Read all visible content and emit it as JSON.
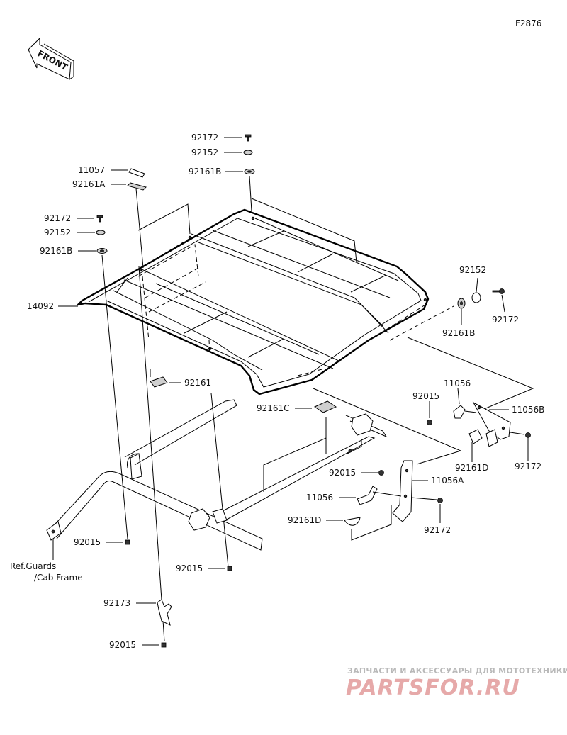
{
  "diagram_id": "F2876",
  "front_label": "FRONT",
  "ref_note": [
    "Ref.Guards",
    "/Cab Frame"
  ],
  "watermark": {
    "line1": "ЗАПЧАСТИ И АКСЕССУАРЫ ДЛЯ МОТОТЕХНИКИ",
    "line2": "PARTSFOR.RU"
  },
  "labels": {
    "l_92172_top": "92172",
    "l_92152_top": "92152",
    "l_92161B_top": "92161B",
    "l_11057": "11057",
    "l_92161A": "92161A",
    "l_92172_left": "92172",
    "l_92152_left": "92152",
    "l_92161B_left": "92161B",
    "l_14092": "14092",
    "l_92152_right": "92152",
    "l_92161B_right": "92161B",
    "l_92172_right": "92172",
    "l_92161": "92161",
    "l_11056_a": "11056",
    "l_92015_a": "92015",
    "l_11056B": "11056B",
    "l_92161C": "92161C",
    "l_92161D_a": "92161D",
    "l_92172_b": "92172",
    "l_92015_b": "92015",
    "l_11056A": "11056A",
    "l_11056_b": "11056",
    "l_92161D_b": "92161D",
    "l_92172_c": "92172",
    "l_92015_c": "92015",
    "l_92015_d": "92015",
    "l_92173": "92173",
    "l_92015_e": "92015"
  }
}
